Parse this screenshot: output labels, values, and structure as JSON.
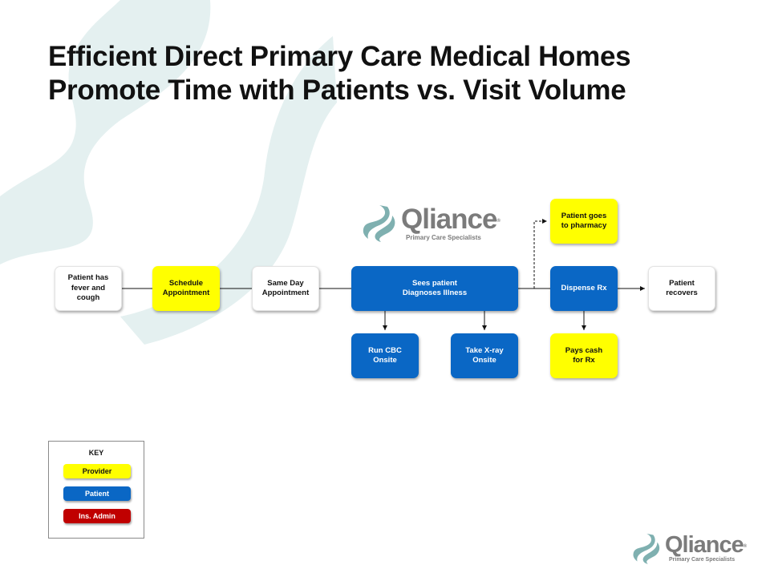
{
  "title": {
    "line1": "Efficient Direct Primary Care Medical Homes",
    "line2": "Promote Time with Patients vs. Visit Volume"
  },
  "logo": {
    "name": "Qliance",
    "registered_mark": "®",
    "tagline": "Primary Care Specialists",
    "colors": {
      "symbol": "#7fb0b0",
      "text": "#7b7b7b"
    }
  },
  "flow": {
    "patient_fever": "Patient has\nfever and\ncough",
    "schedule": "Schedule\nAppointment",
    "same_day": "Same Day\nAppointment",
    "sees_patient": "Sees patient\nDiagnoses Illness",
    "dispense": "Dispense Rx",
    "recovers": "Patient\nrecovers",
    "pharmacy": "Patient goes\nto pharmacy",
    "cbc": "Run CBC\nOnsite",
    "xray": "Take X-ray\nOnsite",
    "pays_cash": "Pays cash\nfor Rx"
  },
  "key": {
    "title": "KEY",
    "provider": "Provider",
    "patient": "Patient",
    "ins_admin": "Ins. Admin"
  },
  "colors": {
    "provider": "#ffff00",
    "patient": "#0a67c5",
    "ins_admin": "#c00000",
    "watermark": "#e4f0f0"
  }
}
